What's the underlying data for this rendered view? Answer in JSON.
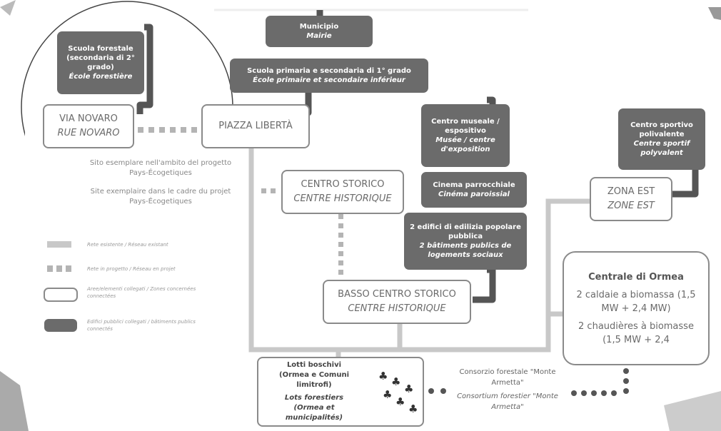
{
  "nodes": {
    "municipio": {
      "it": "Municipio",
      "fr": "Mairie"
    },
    "scuola_primaria": {
      "it": "Scuola primaria e secondaria di 1° grado",
      "fr": "École primaire et secondaire inférieur"
    },
    "scuola_forestale": {
      "it": "Scuola forestale (secondaria di 2° grado)",
      "fr": "École forestière"
    },
    "via_novaro": {
      "it": "VIA NOVARO",
      "fr": "RUE NOVARO"
    },
    "piazza_liberta": {
      "it": "PIAZZA LIBERTÀ"
    },
    "centro_museale": {
      "it": "Centro museale / espositivo",
      "fr": "Musée / centre d'exposition"
    },
    "cinema": {
      "it": "Cinema parrocchiale",
      "fr": "Cinéma paroissial"
    },
    "edifici_popolare": {
      "it": "2 edifici di edilizia popolare pubblica",
      "fr": "2 bâtiments publics de logements sociaux"
    },
    "centro_storico": {
      "it": "CENTRO STORICO",
      "fr": "CENTRE HISTORIQUE"
    },
    "basso_centro": {
      "it": "BASSO CENTRO STORICO",
      "fr": "CENTRE HISTORIQUE"
    },
    "centro_sportivo": {
      "it": "Centro sportivo polivalente",
      "fr": "Centre sportif polyvalent"
    },
    "zona_est": {
      "it": "ZONA EST",
      "fr": "ZONE EST"
    },
    "centrale": {
      "title": "Centrale di Ormea",
      "it": "2 caldaie a biomassa (1,5 MW + 2,4 MW)",
      "fr": "2 chaudières à biomasse (1,5 MW + 2,4"
    },
    "lotti": {
      "it": "Lotti boschivi (Ormea e Comuni limitrofi)",
      "fr": "Lots forestiers (Ormea et municipalités)"
    },
    "consorzio": {
      "it": "Consorzio forestale \"Monte Armetta\"",
      "fr": "Consortium forestier \"Monte Armetta\""
    }
  },
  "site_note": {
    "it": "Sito esemplare nell'ambito del progetto Pays-Écogetiques",
    "fr": "Site exemplaire dans le cadre du projet Pays-Écogetiques"
  },
  "legend": {
    "existing": "Rete esistente / Réseau existant",
    "planned": "Rete in progetto / Réseau en projet",
    "areas": "Aree/elementi collegati / Zones concernées connectées",
    "buildings": "Edifici pubblici collegati / bâtiments publics connectés"
  },
  "colors": {
    "dark_box": "#6b6b6b",
    "existing_network": "#c8c8c8",
    "planned_network": "#b4b4b4",
    "connector": "#555555",
    "light_border": "#8a8a8a"
  }
}
